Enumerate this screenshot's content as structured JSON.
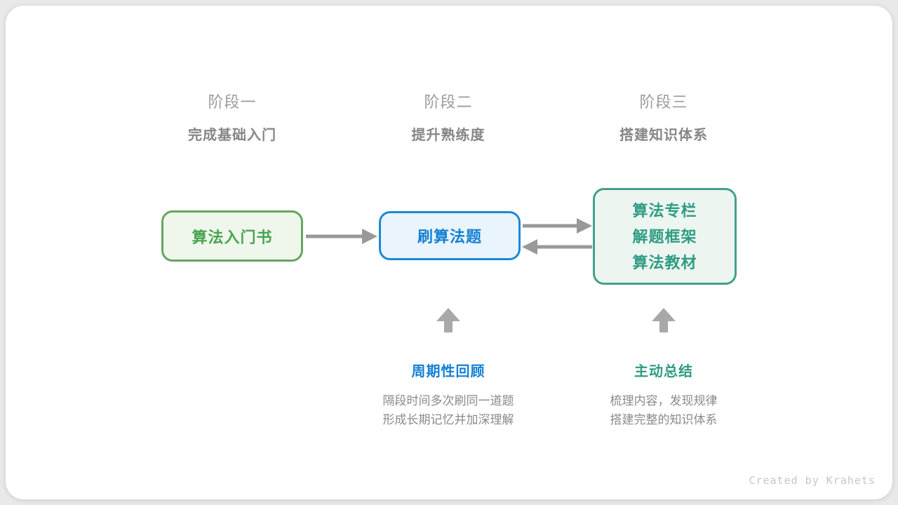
{
  "stages": [
    {
      "label": "阶段一",
      "subtitle": "完成基础入门"
    },
    {
      "label": "阶段二",
      "subtitle": "提升熟练度"
    },
    {
      "label": "阶段三",
      "subtitle": "搭建知识体系"
    }
  ],
  "nodes": {
    "intro_book": {
      "label": "算法入门书"
    },
    "practice": {
      "label": "刷算法题"
    },
    "resources": {
      "lines": [
        "算法专栏",
        "解题框架",
        "算法教材"
      ]
    }
  },
  "annotations": {
    "review": {
      "title": "周期性回顾",
      "line1": "隔段时间多次刷同一道题",
      "line2": "形成长期记忆并加深理解"
    },
    "summarize": {
      "title": "主动总结",
      "line1": "梳理内容，发现规律",
      "line2": "搭建完整的知识体系"
    }
  },
  "icons": {
    "flow_arrows": [
      "arrow-right-icon",
      "arrow-right-icon",
      "arrow-left-icon"
    ],
    "up_arrows": [
      "arrow-up-icon",
      "arrow-up-icon"
    ]
  },
  "footer": {
    "credit": "Created by Krahets"
  },
  "colors": {
    "green_border": "#67a561",
    "green_bg": "#eff7ed",
    "green_text": "#48a44e",
    "blue_border": "#1e87d5",
    "blue_bg": "#e9f4fc",
    "blue_text": "#1580d3",
    "teal_border": "#44a08b",
    "teal_bg": "#edf5f1",
    "teal_text": "#2e9c83",
    "flow_arrow": "#999999",
    "up_arrow": "#a8a8a8",
    "stage_label": "#9b9b9b",
    "stage_subtitle": "#868686",
    "description": "#8a8a8a",
    "credit": "#c6c6c6",
    "card_bg": "#ffffff",
    "page_bg": "#e9e9e9"
  }
}
